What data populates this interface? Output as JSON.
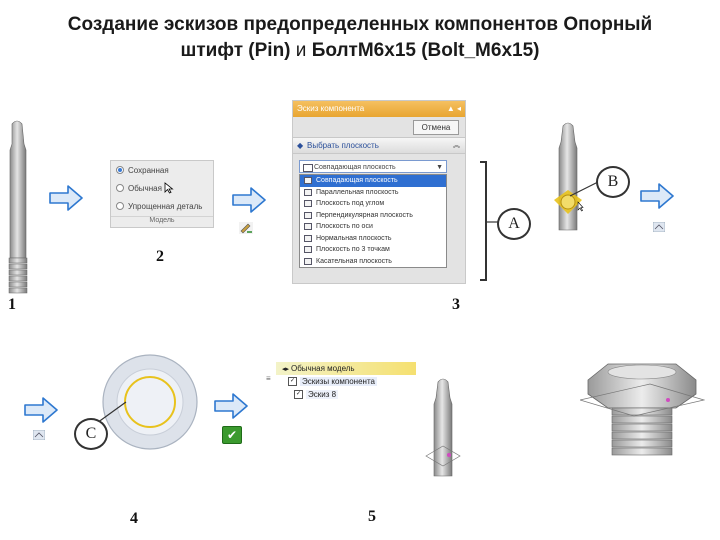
{
  "title": {
    "line1": "Создание эскизов предопределенных компонентов Опорный",
    "line2_bold": "штифт (Pin)",
    "line2_and": " и ",
    "line2_rest": "БолтM6x15 (Bolt_M6x15)"
  },
  "steps": [
    "1",
    "2",
    "3",
    "4",
    "5"
  ],
  "model_panel": {
    "options": [
      "Сохранная",
      "Обычная",
      "Упрощенная деталь"
    ],
    "selected_index": 0,
    "footer": "Модель"
  },
  "sketch_panel": {
    "header": "Эскиз компонента",
    "cancel": "Отмена",
    "section": "Выбрать плоскость",
    "combo_value": "Совпадающая плоскость",
    "list": [
      "Совпадающая плоскость",
      "Параллельная плоскость",
      "Плоскость под углом",
      "Перпендикулярная плоскость",
      "Плоскость по оси",
      "Нормальная плоскость",
      "Плоскость по 3 точкам",
      "Касательная плоскость"
    ],
    "selected_index": 0
  },
  "callouts": {
    "A": "A",
    "B": "B",
    "C": "C"
  },
  "tree": {
    "root": "Обычная модель",
    "child": "Эскизы компонента",
    "leaf": "Эскиз 8"
  },
  "colors": {
    "arrow_fill": "#dce9f8",
    "arrow_stroke": "#2e78d0",
    "selection_blue": "#2f6fd1",
    "highlight_yellow": "#e8c21c",
    "orange_header": "#e8a531"
  }
}
